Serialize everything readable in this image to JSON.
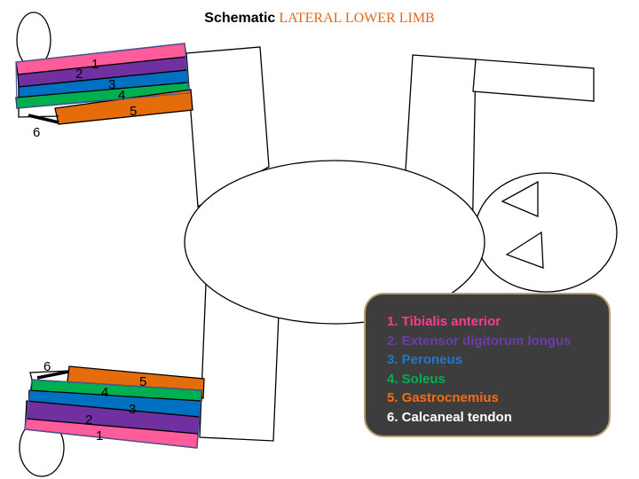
{
  "title": {
    "part1": "Schematic",
    "part2": "LATERAL LOWER LIMB"
  },
  "colors": {
    "tibialis_anterior": "#ff5c9c",
    "extensor_digitorum_longus": "#7030a0",
    "peroneus": "#0070c0",
    "soleus": "#00b050",
    "gastrocnemius": "#e46c0a",
    "calcaneal_tendon": "#ffffff"
  },
  "top_leg_labels": [
    "1",
    "2",
    "3",
    "4",
    "5",
    "6"
  ],
  "bottom_leg_labels": [
    "1",
    "2",
    "3",
    "4",
    "5",
    "6"
  ],
  "legend": {
    "items": [
      {
        "text": "1. Tibialis anterior",
        "color": "#ff3c8c"
      },
      {
        "text": "2. Extensor digitorum longus",
        "color": "#6a3ea6"
      },
      {
        "text": "3. Peroneus",
        "color": "#1e78d2"
      },
      {
        "text": "4. Soleus",
        "color": "#00b050"
      },
      {
        "text": "5. Gastrocnemius",
        "color": "#ff6a10"
      },
      {
        "text": "6. Calcaneal tendon",
        "color": "#ffffff"
      }
    ]
  }
}
